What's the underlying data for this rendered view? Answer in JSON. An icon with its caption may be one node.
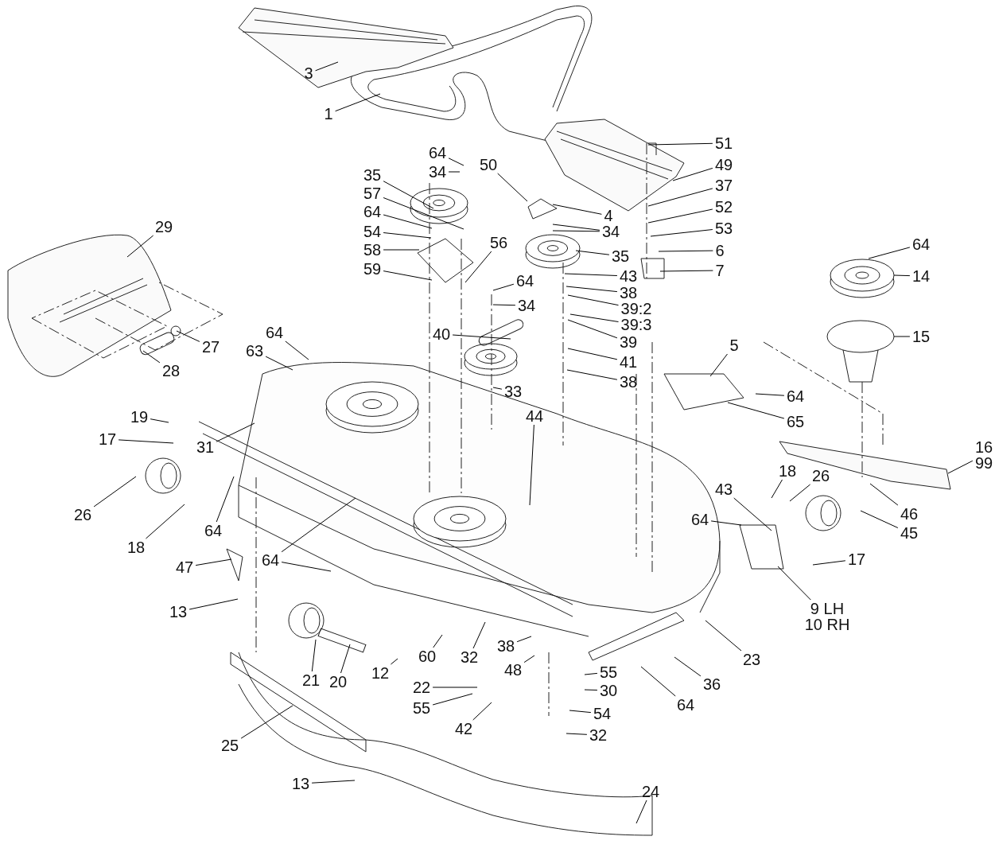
{
  "diagram": {
    "nodes": [
      {
        "text": [
          "3"
        ]
      },
      {
        "text": [
          "1"
        ]
      },
      {
        "text": [
          "64"
        ]
      },
      {
        "text": [
          "34"
        ]
      },
      {
        "text": [
          "35"
        ]
      },
      {
        "text": [
          "57"
        ]
      },
      {
        "text": [
          "50"
        ]
      },
      {
        "text": [
          "4"
        ]
      },
      {
        "text": [
          "51"
        ]
      },
      {
        "text": [
          "49"
        ]
      },
      {
        "text": [
          "37"
        ]
      },
      {
        "text": [
          "34"
        ]
      },
      {
        "text": [
          "52"
        ]
      },
      {
        "text": [
          "53"
        ]
      },
      {
        "text": [
          "6"
        ]
      },
      {
        "text": [
          "7"
        ]
      },
      {
        "text": [
          "64"
        ]
      },
      {
        "text": [
          "54"
        ]
      },
      {
        "text": [
          "58"
        ]
      },
      {
        "text": [
          "59"
        ]
      },
      {
        "text": [
          "56"
        ]
      },
      {
        "text": [
          "64"
        ]
      },
      {
        "text": [
          "34"
        ]
      },
      {
        "text": [
          "35"
        ]
      },
      {
        "text": [
          "43"
        ]
      },
      {
        "text": [
          "38"
        ]
      },
      {
        "text": [
          "39:2"
        ]
      },
      {
        "text": [
          "39:3"
        ]
      },
      {
        "text": [
          "39"
        ]
      },
      {
        "text": [
          "40"
        ]
      },
      {
        "text": [
          "41"
        ]
      },
      {
        "text": [
          "38"
        ]
      },
      {
        "text": [
          "33"
        ]
      },
      {
        "text": [
          "44"
        ]
      },
      {
        "text": [
          "5"
        ]
      },
      {
        "text": [
          "64"
        ]
      },
      {
        "text": [
          "65"
        ]
      },
      {
        "text": [
          "29"
        ]
      },
      {
        "text": [
          "27"
        ]
      },
      {
        "text": [
          "28"
        ]
      },
      {
        "text": [
          "64"
        ]
      },
      {
        "text": [
          "63"
        ]
      },
      {
        "text": [
          "19"
        ]
      },
      {
        "text": [
          "31"
        ]
      },
      {
        "text": [
          "17"
        ]
      },
      {
        "text": [
          "64"
        ]
      },
      {
        "text": [
          "14"
        ]
      },
      {
        "text": [
          "15"
        ]
      },
      {
        "text": [
          "16",
          "99"
        ]
      },
      {
        "text": [
          "18"
        ]
      },
      {
        "text": [
          "26"
        ]
      },
      {
        "text": [
          "43"
        ]
      },
      {
        "text": [
          "64"
        ]
      },
      {
        "text": [
          "46"
        ]
      },
      {
        "text": [
          "45"
        ]
      },
      {
        "text": [
          "17"
        ]
      },
      {
        "text": [
          "9 LH",
          "10 RH"
        ]
      },
      {
        "text": [
          "26"
        ]
      },
      {
        "text": [
          "18"
        ]
      },
      {
        "text": [
          "64"
        ]
      },
      {
        "text": [
          "47"
        ]
      },
      {
        "text": [
          "64"
        ]
      },
      {
        "text": [
          "13"
        ]
      },
      {
        "text": [
          "21"
        ]
      },
      {
        "text": [
          "20"
        ]
      },
      {
        "text": [
          "12"
        ]
      },
      {
        "text": [
          "60"
        ]
      },
      {
        "text": [
          "32"
        ]
      },
      {
        "text": [
          "38"
        ]
      },
      {
        "text": [
          "48"
        ]
      },
      {
        "text": [
          "22"
        ]
      },
      {
        "text": [
          "55"
        ]
      },
      {
        "text": [
          "42"
        ]
      },
      {
        "text": [
          "55"
        ]
      },
      {
        "text": [
          "30"
        ]
      },
      {
        "text": [
          "23"
        ]
      },
      {
        "text": [
          "36"
        ]
      },
      {
        "text": [
          "64"
        ]
      },
      {
        "text": [
          "54"
        ]
      },
      {
        "text": [
          "32"
        ]
      },
      {
        "text": [
          "25"
        ]
      },
      {
        "text": [
          "13"
        ]
      },
      {
        "text": [
          "24"
        ]
      }
    ],
    "edges": [
      {
        "from": 0,
        "to": null,
        "arrow": "none"
      },
      {
        "from": 1,
        "to": null,
        "arrow": "none"
      },
      {
        "from": 2,
        "to": null,
        "arrow": "none"
      },
      {
        "from": 3,
        "to": null,
        "arrow": "none"
      },
      {
        "from": 4,
        "to": null,
        "arrow": "none"
      },
      {
        "from": 5,
        "to": null,
        "arrow": "none"
      },
      {
        "from": 6,
        "to": null,
        "arrow": "none"
      },
      {
        "from": 7,
        "to": null,
        "arrow": "none"
      },
      {
        "from": 8,
        "to": null,
        "arrow": "none"
      },
      {
        "from": 9,
        "to": null,
        "arrow": "none"
      },
      {
        "from": 10,
        "to": null,
        "arrow": "none"
      },
      {
        "from": 11,
        "to": null,
        "arrow": "none"
      },
      {
        "from": 11,
        "to": null,
        "arrow": "none"
      },
      {
        "from": 12,
        "to": null,
        "arrow": "none"
      },
      {
        "from": 13,
        "to": null,
        "arrow": "none"
      },
      {
        "from": 14,
        "to": null,
        "arrow": "none"
      },
      {
        "from": 15,
        "to": null,
        "arrow": "none"
      },
      {
        "from": 16,
        "to": null,
        "arrow": "none"
      },
      {
        "from": 17,
        "to": null,
        "arrow": "none"
      },
      {
        "from": 18,
        "to": null,
        "arrow": "none"
      },
      {
        "from": 19,
        "to": null,
        "arrow": "none"
      },
      {
        "from": 20,
        "to": null,
        "arrow": "none"
      },
      {
        "from": 21,
        "to": null,
        "arrow": "none"
      },
      {
        "from": 22,
        "to": null,
        "arrow": "none"
      },
      {
        "from": 23,
        "to": null,
        "arrow": "none"
      },
      {
        "from": 24,
        "to": null,
        "arrow": "none"
      },
      {
        "from": 25,
        "to": null,
        "arrow": "none"
      },
      {
        "from": 26,
        "to": null,
        "arrow": "none"
      },
      {
        "from": 27,
        "to": null,
        "arrow": "none"
      },
      {
        "from": 28,
        "to": null,
        "arrow": "none"
      },
      {
        "from": 29,
        "to": null,
        "arrow": "none"
      },
      {
        "from": 30,
        "to": null,
        "arrow": "none"
      },
      {
        "from": 31,
        "to": null,
        "arrow": "none"
      },
      {
        "from": 32,
        "to": null,
        "arrow": "none"
      },
      {
        "from": 33,
        "to": null,
        "arrow": "none"
      },
      {
        "from": 34,
        "to": null,
        "arrow": "none"
      },
      {
        "from": 35,
        "to": null,
        "arrow": "none"
      },
      {
        "from": 36,
        "to": null,
        "arrow": "none"
      },
      {
        "from": 37,
        "to": null,
        "arrow": "none"
      },
      {
        "from": 38,
        "to": null,
        "arrow": "none"
      },
      {
        "from": 39,
        "to": null,
        "arrow": "none"
      },
      {
        "from": 40,
        "to": null,
        "arrow": "none"
      },
      {
        "from": 41,
        "to": null,
        "arrow": "none"
      },
      {
        "from": 42,
        "to": null,
        "arrow": "none"
      },
      {
        "from": 43,
        "to": null,
        "arrow": "none"
      },
      {
        "from": 44,
        "to": null,
        "arrow": "none"
      },
      {
        "from": 45,
        "to": null,
        "arrow": "none"
      },
      {
        "from": 46,
        "to": null,
        "arrow": "none"
      },
      {
        "from": 47,
        "to": null,
        "arrow": "none"
      },
      {
        "from": 48,
        "to": null,
        "arrow": "none"
      },
      {
        "from": 49,
        "to": null,
        "arrow": "none"
      },
      {
        "from": 50,
        "to": null,
        "arrow": "none"
      },
      {
        "from": 51,
        "to": null,
        "arrow": "none"
      },
      {
        "from": 52,
        "to": null,
        "arrow": "none"
      },
      {
        "from": 53,
        "to": null,
        "arrow": "none"
      },
      {
        "from": 54,
        "to": null,
        "arrow": "none"
      },
      {
        "from": 55,
        "to": null,
        "arrow": "none"
      },
      {
        "from": 56,
        "to": null,
        "arrow": "none"
      },
      {
        "from": 57,
        "to": null,
        "arrow": "none"
      },
      {
        "from": 58,
        "to": null,
        "arrow": "none"
      },
      {
        "from": 59,
        "to": null,
        "arrow": "none"
      },
      {
        "from": 60,
        "to": null,
        "arrow": "none"
      },
      {
        "from": 61,
        "to": null,
        "arrow": "none"
      },
      {
        "from": 61,
        "to": null,
        "arrow": "none"
      },
      {
        "from": 62,
        "to": null,
        "arrow": "none"
      },
      {
        "from": 63,
        "to": null,
        "arrow": "none"
      },
      {
        "from": 64,
        "to": null,
        "arrow": "none"
      },
      {
        "from": 65,
        "to": null,
        "arrow": "none"
      },
      {
        "from": 66,
        "to": null,
        "arrow": "none"
      },
      {
        "from": 67,
        "to": null,
        "arrow": "none"
      },
      {
        "from": 68,
        "to": null,
        "arrow": "none"
      },
      {
        "from": 69,
        "to": null,
        "arrow": "none"
      },
      {
        "from": 70,
        "to": null,
        "arrow": "none"
      },
      {
        "from": 71,
        "to": null,
        "arrow": "none"
      },
      {
        "from": 72,
        "to": null,
        "arrow": "none"
      },
      {
        "from": 73,
        "to": null,
        "arrow": "none"
      },
      {
        "from": 74,
        "to": null,
        "arrow": "none"
      },
      {
        "from": 75,
        "to": null,
        "arrow": "none"
      },
      {
        "from": 76,
        "to": null,
        "arrow": "none"
      },
      {
        "from": 77,
        "to": null,
        "arrow": "none"
      },
      {
        "from": 78,
        "to": null,
        "arrow": "none"
      },
      {
        "from": 79,
        "to": null,
        "arrow": "none"
      },
      {
        "from": 80,
        "to": null,
        "arrow": "none"
      },
      {
        "from": 81,
        "to": null,
        "arrow": "none"
      },
      {
        "from": 82,
        "to": null,
        "arrow": "none"
      }
    ]
  }
}
